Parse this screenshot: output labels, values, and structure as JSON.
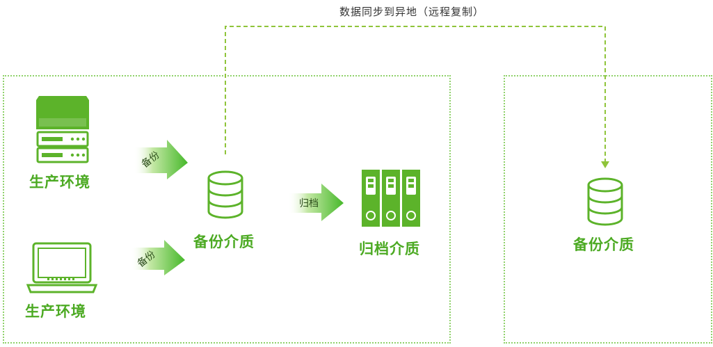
{
  "diagram": {
    "sync_label": "数据同步到异地（远程复制）",
    "local_site": {
      "server_env_label": "生产环境",
      "laptop_env_label": "生产环境",
      "backup_arrow_label_top": "备份",
      "backup_arrow_label_bottom": "备份",
      "backup_media_label": "备份介质",
      "archive_arrow_label": "归档",
      "archive_media_label": "归档介质"
    },
    "remote_site": {
      "backup_media_label": "备份介质"
    },
    "colors": {
      "accent": "#4caa23",
      "icon": "#5cb32a",
      "dashed_line": "#8fc43a",
      "zone_border": "#8fd16a"
    }
  }
}
